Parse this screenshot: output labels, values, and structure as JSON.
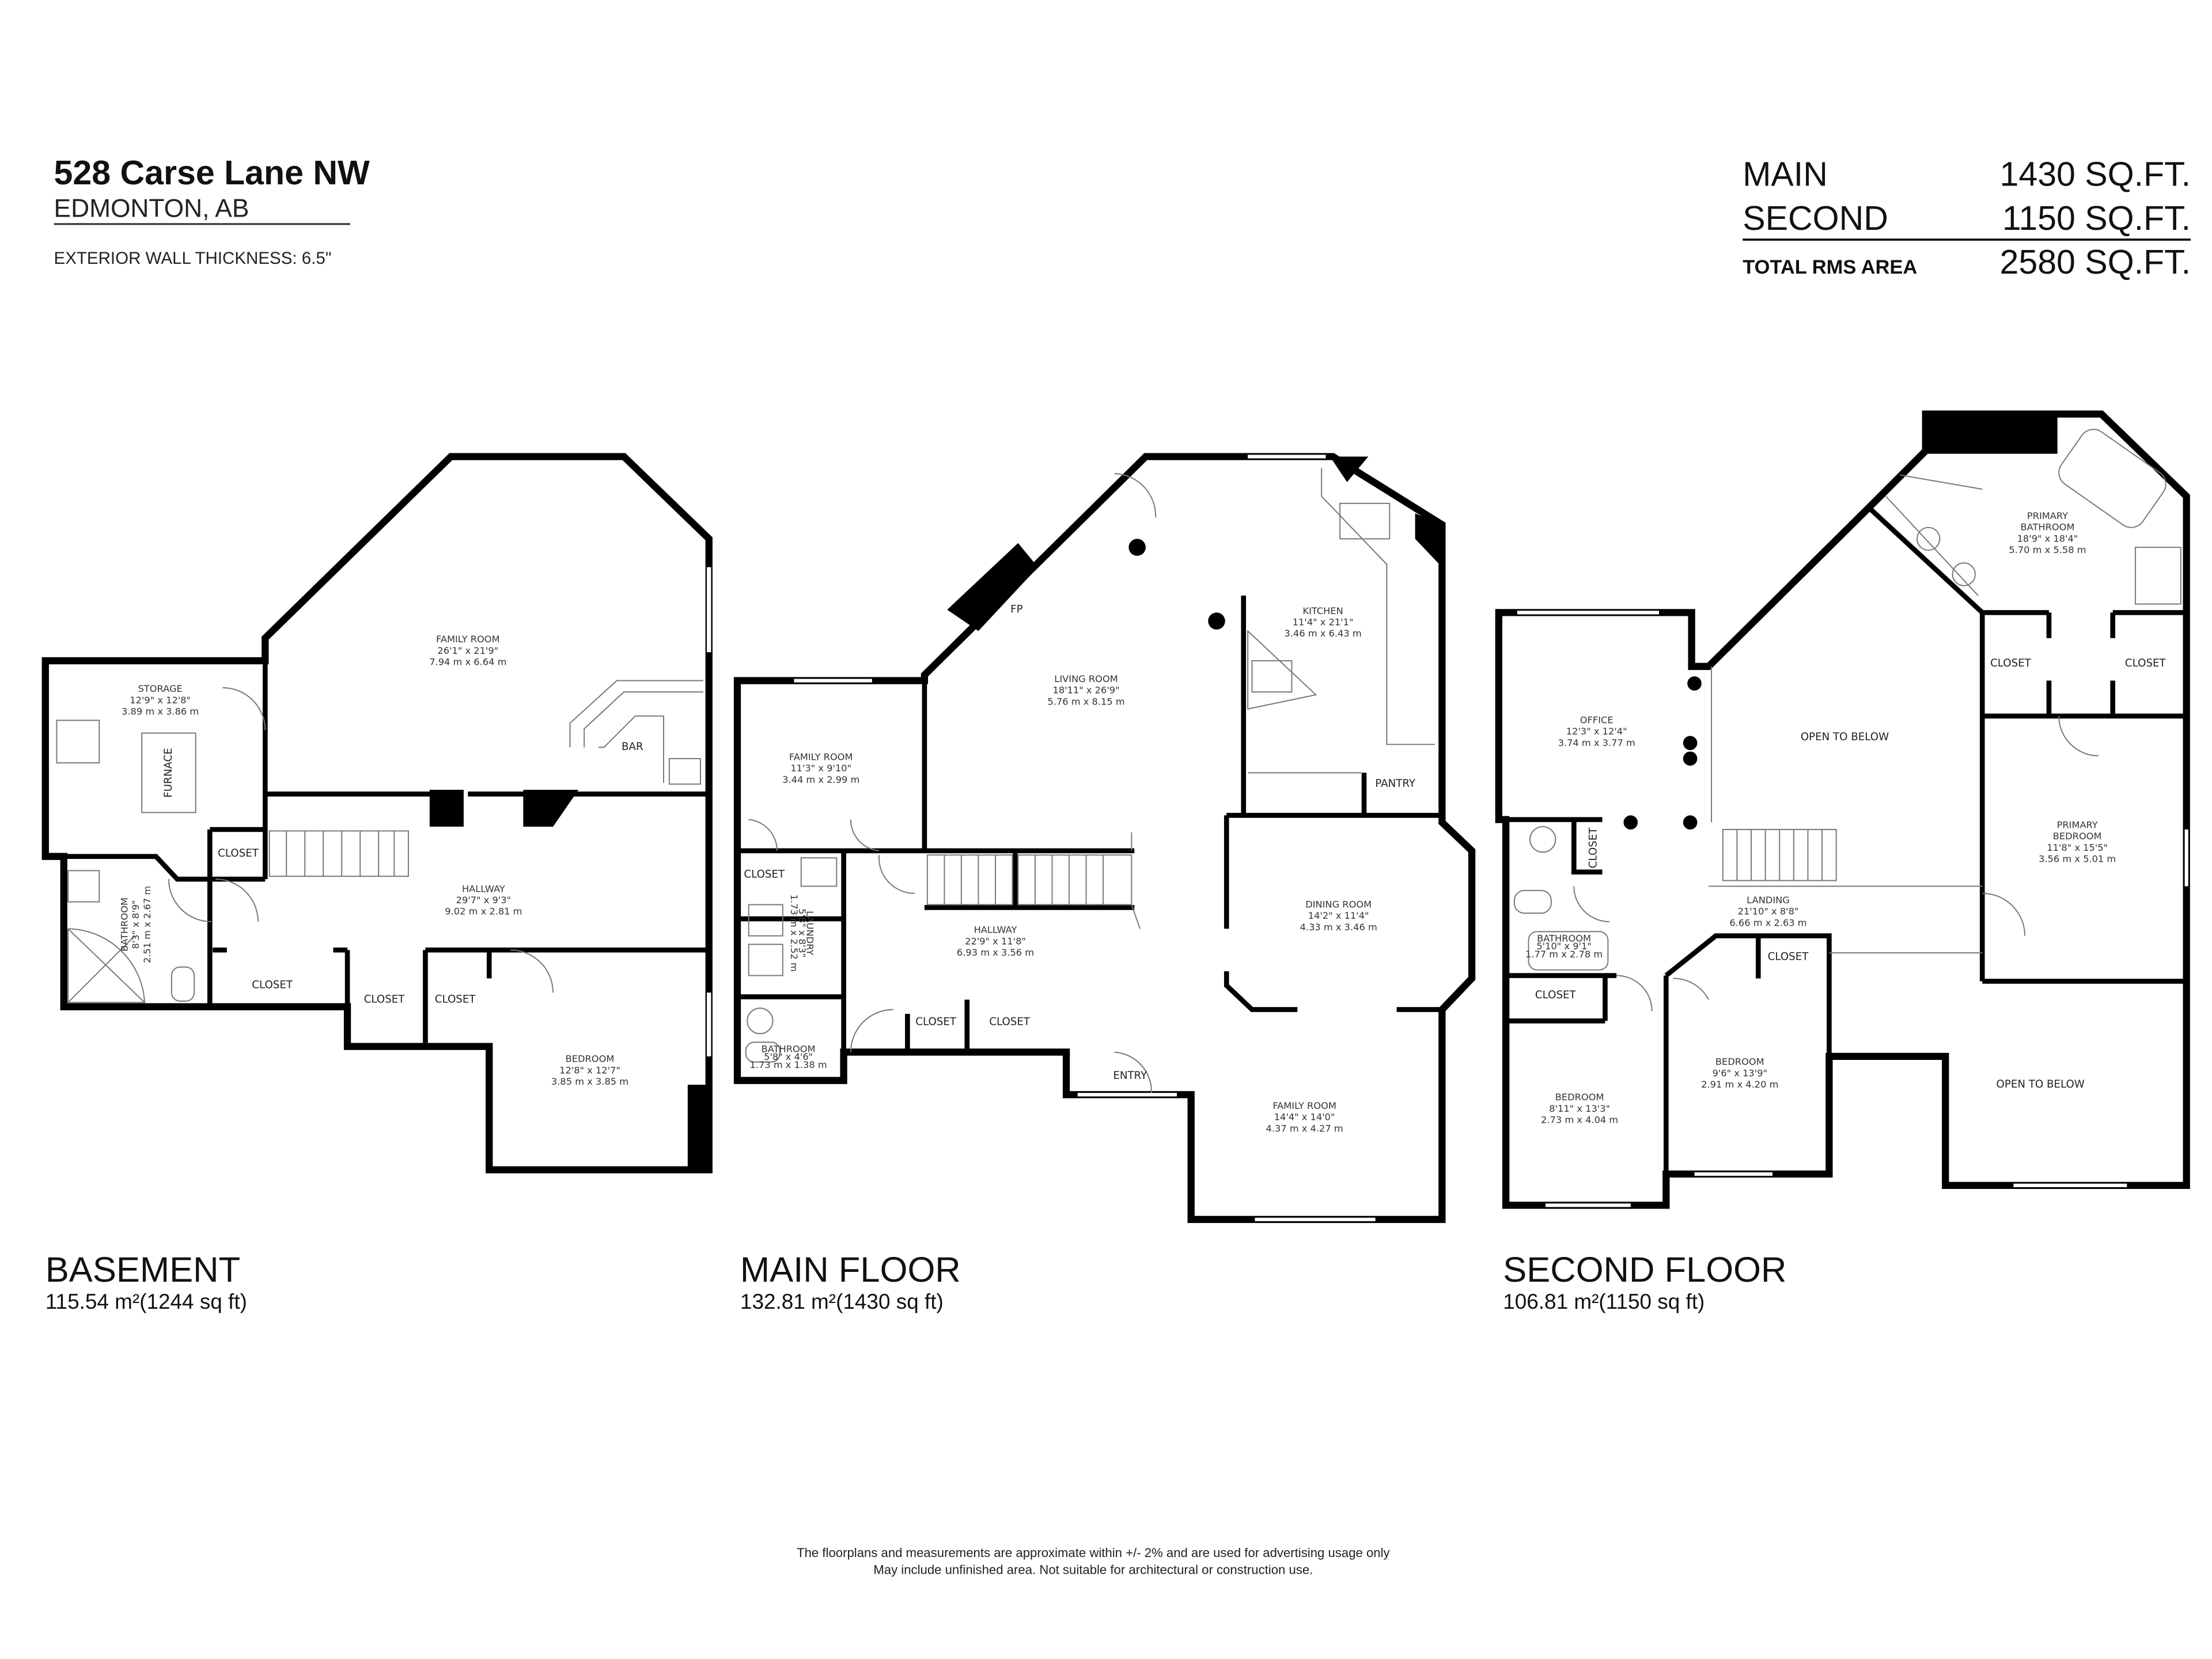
{
  "header": {
    "address": "528 Carse Lane NW",
    "city": "EDMONTON, AB",
    "wall_thickness": "EXTERIOR WALL THICKNESS: 6.5\""
  },
  "area_summary": [
    {
      "label": "MAIN",
      "value": "1430 SQ.FT."
    },
    {
      "label": "SECOND",
      "value": "1150 SQ.FT."
    },
    {
      "label": "TOTAL RMS AREA",
      "value": "2580 SQ.FT."
    }
  ],
  "floors": {
    "basement": {
      "name": "BASEMENT",
      "area": "115.54 m²(1244 sq ft)",
      "rooms": [
        {
          "name": "STORAGE",
          "imperial": "12'9\" x 12'8\"",
          "metric": "3.89 m x 3.86 m"
        },
        {
          "name": "FAMILY ROOM",
          "imperial": "26'1\" x 21'9\"",
          "metric": "7.94 m x 6.64 m"
        },
        {
          "name": "HALLWAY",
          "imperial": "29'7\" x 9'3\"",
          "metric": "9.02 m x 2.81 m"
        },
        {
          "name": "BEDROOM",
          "imperial": "12'8\" x 12'7\"",
          "metric": "3.85 m x 3.85 m"
        },
        {
          "name": "BATHROOM",
          "imperial": "8'3\" x 8'9\"",
          "metric": "2.51 m x 2.67 m"
        }
      ],
      "labels": [
        "FURNACE",
        "BAR",
        "CLOSET",
        "CLOSET",
        "CLOSET",
        "CLOSET"
      ]
    },
    "main": {
      "name": "MAIN FLOOR",
      "area": "132.81 m²(1430 sq ft)",
      "rooms": [
        {
          "name": "FAMILY ROOM",
          "imperial": "11'3\" x 9'10\"",
          "metric": "3.44 m x 2.99 m"
        },
        {
          "name": "LIVING ROOM",
          "imperial": "18'11\" x 26'9\"",
          "metric": "5.76 m x 8.15 m"
        },
        {
          "name": "KITCHEN",
          "imperial": "11'4\" x 21'1\"",
          "metric": "3.46 m x 6.43 m"
        },
        {
          "name": "DINING ROOM",
          "imperial": "14'2\" x 11'4\"",
          "metric": "4.33 m x 3.46 m"
        },
        {
          "name": "HALLWAY",
          "imperial": "22'9\" x 11'8\"",
          "metric": "6.93 m x 3.56 m"
        },
        {
          "name": "FAMILY ROOM",
          "imperial": "14'4\" x 14'0\"",
          "metric": "4.37 m x 4.27 m"
        },
        {
          "name": "LAUNDRY",
          "imperial": "5'8\" x 8'3\"",
          "metric": "1.73 m x 2.52 m"
        },
        {
          "name": "BATHROOM",
          "imperial": "5'8\" x 4'6\"",
          "metric": "1.73 m x 1.38 m"
        }
      ],
      "labels": [
        "FP",
        "PANTRY",
        "ENTRY",
        "CLOSET",
        "CLOSET",
        "CLOSET"
      ]
    },
    "second": {
      "name": "SECOND FLOOR",
      "area": "106.81 m²(1150 sq ft)",
      "rooms": [
        {
          "name": "OFFICE",
          "imperial": "12'3\" x 12'4\"",
          "metric": "3.74 m x 3.77 m"
        },
        {
          "name": "PRIMARY BATHROOM",
          "imperial": "18'9\" x 18'4\"",
          "metric": "5.70 m x 5.58 m"
        },
        {
          "name": "PRIMARY BEDROOM",
          "imperial": "11'8\" x 15'5\"",
          "metric": "3.56 m x 5.01 m"
        },
        {
          "name": "LANDING",
          "imperial": "21'10\" x 8'8\"",
          "metric": "6.66 m x 2.63 m"
        },
        {
          "name": "BATHROOM",
          "imperial": "5'10\" x 9'1\"",
          "metric": "1.77 m x 2.78 m"
        },
        {
          "name": "BEDROOM",
          "imperial": "8'11\" x 13'3\"",
          "metric": "2.73 m x 4.04 m"
        },
        {
          "name": "BEDROOM",
          "imperial": "9'6\" x 13'9\"",
          "metric": "2.91 m x 4.20 m"
        }
      ],
      "labels": [
        "OPEN TO BELOW",
        "OPEN TO BELOW",
        "CLOSET",
        "CLOSET",
        "CLOSET",
        "CLOSET",
        "CLOSET"
      ]
    }
  },
  "disclaimer": [
    "The floorplans and measurements are approximate within +/- 2% and are used for advertising usage only",
    "May include unfinished area. Not suitable for architectural or construction use."
  ]
}
